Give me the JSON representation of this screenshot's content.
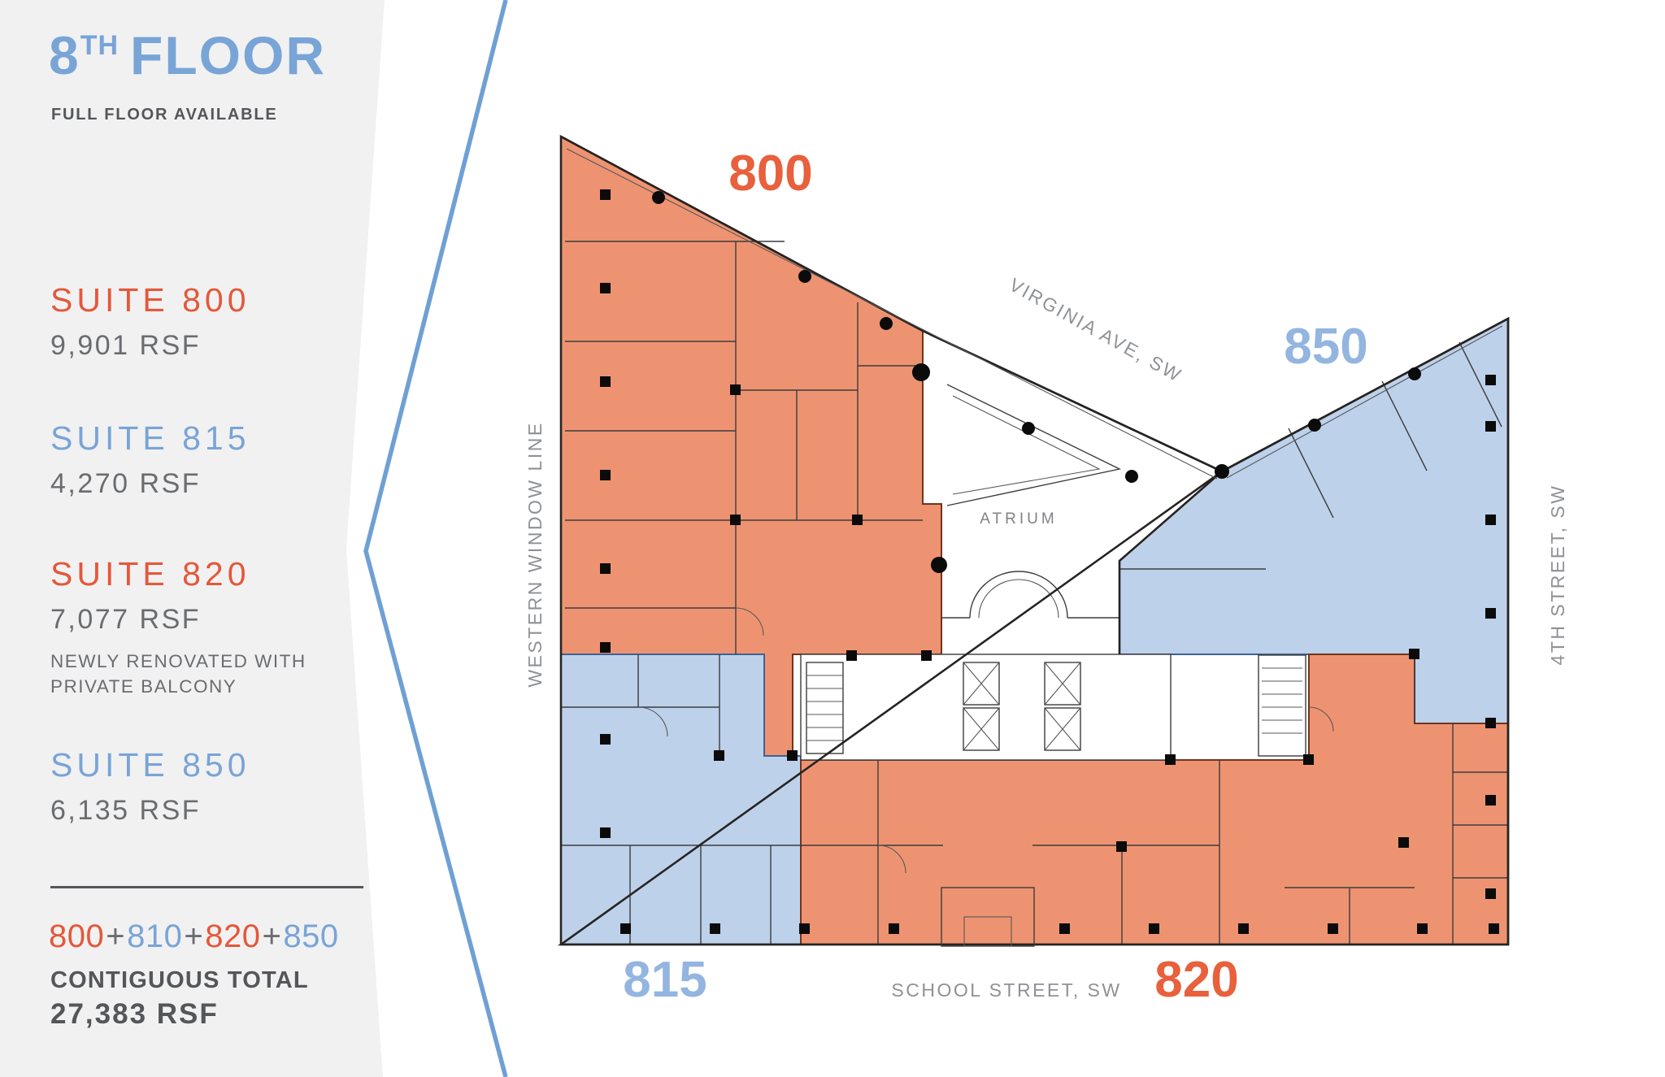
{
  "sidebar": {
    "title": {
      "number": "8",
      "ordinal": "TH",
      "rest": "FLOOR"
    },
    "subtitle": "FULL FLOOR AVAILABLE",
    "suites": [
      {
        "name": "SUITE 800",
        "rsf": "9,901 RSF",
        "note": ""
      },
      {
        "name": "SUITE 815",
        "rsf": "4,270 RSF",
        "note": ""
      },
      {
        "name": "SUITE 820",
        "rsf": "7,077 RSF",
        "note": "NEWLY RENOVATED WITH PRIVATE BALCONY"
      },
      {
        "name": "SUITE 850",
        "rsf": "6,135 RSF",
        "note": ""
      }
    ],
    "contiguous": {
      "parts": [
        "800",
        "+",
        "810",
        "+",
        "820",
        "+",
        "850"
      ],
      "label": "CONTIGUOUS TOTAL",
      "value": "27,383 RSF"
    }
  },
  "plan": {
    "suite_labels": {
      "s800": "800",
      "s815": "815",
      "s820": "820",
      "s850": "850"
    },
    "streets": {
      "virginia": "VIRGINIA AVE, SW",
      "western": "WESTERN WINDOW LINE",
      "fourth": "4TH STREET, SW",
      "school": "SCHOOL STREET, SW"
    },
    "atrium": "ATRIUM"
  },
  "colors": {
    "orange_accent": "#E4583A",
    "orange_fill": "#EE9371",
    "blue_accent": "#79A4D6",
    "blue_fill": "#BDD1EA",
    "plan_blue_label": "#93B5E0",
    "gray_text": "#6A6C6F",
    "dark_text": "#54565A",
    "street_text": "#8F9194",
    "sidebar_bg": "#F1F1F2",
    "chevron_line": "#6FA0D4"
  }
}
